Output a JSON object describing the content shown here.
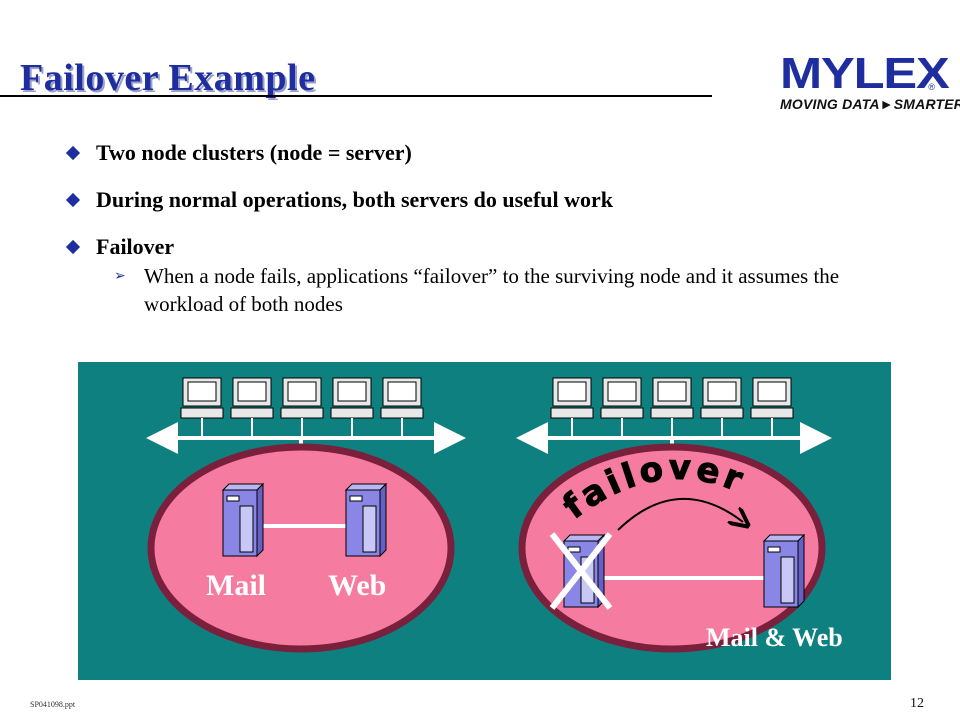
{
  "slide": {
    "title": "Failover Example",
    "logo_word": "MYLEX",
    "logo_registered": "®",
    "logo_tagline": "MOVING DATA►SMARTER",
    "footer_left": "SP041098.ppt",
    "page_number": "12"
  },
  "bullets": [
    {
      "text": "Two node clusters (node = server)"
    },
    {
      "text": "During normal operations, both servers do useful work"
    },
    {
      "text": "Failover",
      "sub": "When a node fails, applications “failover” to the surviving node and it assumes the workload of both nodes"
    }
  ],
  "diagram": {
    "left_cluster": {
      "label_left": "Mail",
      "label_right": "Web"
    },
    "right_cluster": {
      "label": "Mail & Web",
      "arc_text": "failover"
    },
    "colors": {
      "background": "#0f8080",
      "cluster_fill": "#f57ba0",
      "cluster_border": "#7a1f3c",
      "server": "#8a86e6",
      "fail_x": "#ffffff"
    }
  }
}
